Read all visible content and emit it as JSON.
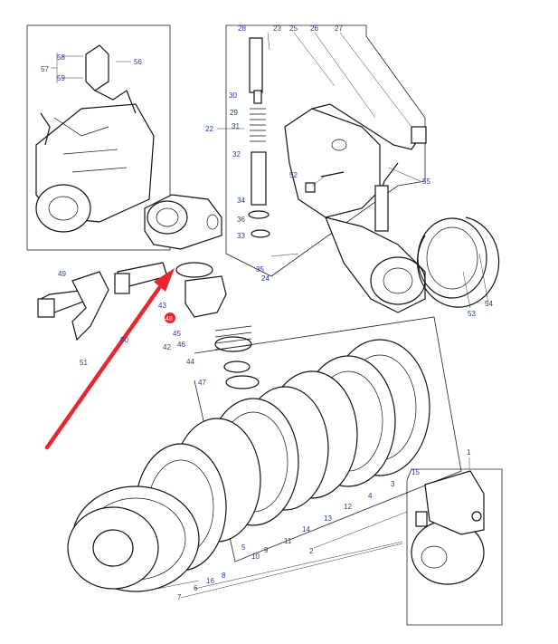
{
  "callouts": {
    "c1": "1",
    "c2": "2",
    "c3": "3",
    "c4": "4",
    "c5": "5",
    "c6": "6",
    "c7": "7",
    "c8": "8",
    "c9": "9",
    "c10": "10",
    "c11": "11",
    "c12": "12",
    "c13": "13",
    "c14": "14",
    "c15": "15",
    "c16": "16",
    "c22": "22",
    "c23": "23",
    "c24": "24",
    "c25": "25",
    "c26": "26",
    "c27": "27",
    "c28": "28",
    "c29": "29",
    "c30": "30",
    "c31": "31",
    "c32": "32",
    "c33": "33",
    "c34": "34",
    "c35": "35",
    "c36": "36",
    "c42": "42",
    "c43": "43",
    "c44": "44",
    "c45": "45",
    "c46": "46",
    "c47": "47",
    "c48": "48",
    "c49": "49",
    "c50": "50",
    "c51": "51",
    "c52": "52",
    "c53": "53",
    "c54": "54",
    "c55": "55",
    "c56": "56",
    "c57": "57",
    "c58": "58",
    "c59": "59"
  },
  "colors": {
    "highlight": "#e8262d",
    "label": "#2a3a8c",
    "line": "#111111"
  }
}
